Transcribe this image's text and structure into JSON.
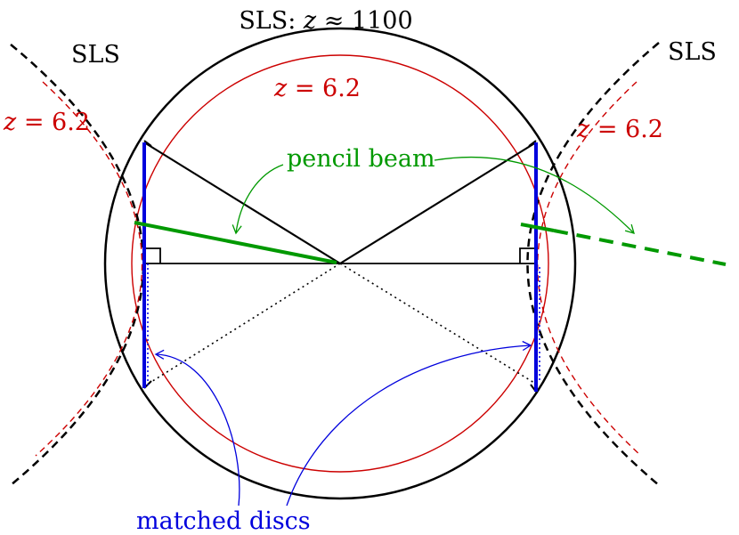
{
  "labels": {
    "title_prefix": "SLS: ",
    "title_var": "z",
    "title_rel": " ≈ 1100",
    "sls_left": "SLS",
    "sls_right": "SLS",
    "z_var": "z",
    "z_value": " = 6.2",
    "pencil_beam": "pencil beam",
    "matched_discs": "matched discs"
  },
  "colors": {
    "black": "#000000",
    "red": "#cc0000",
    "green": "#009900",
    "blue": "#0000dd"
  }
}
